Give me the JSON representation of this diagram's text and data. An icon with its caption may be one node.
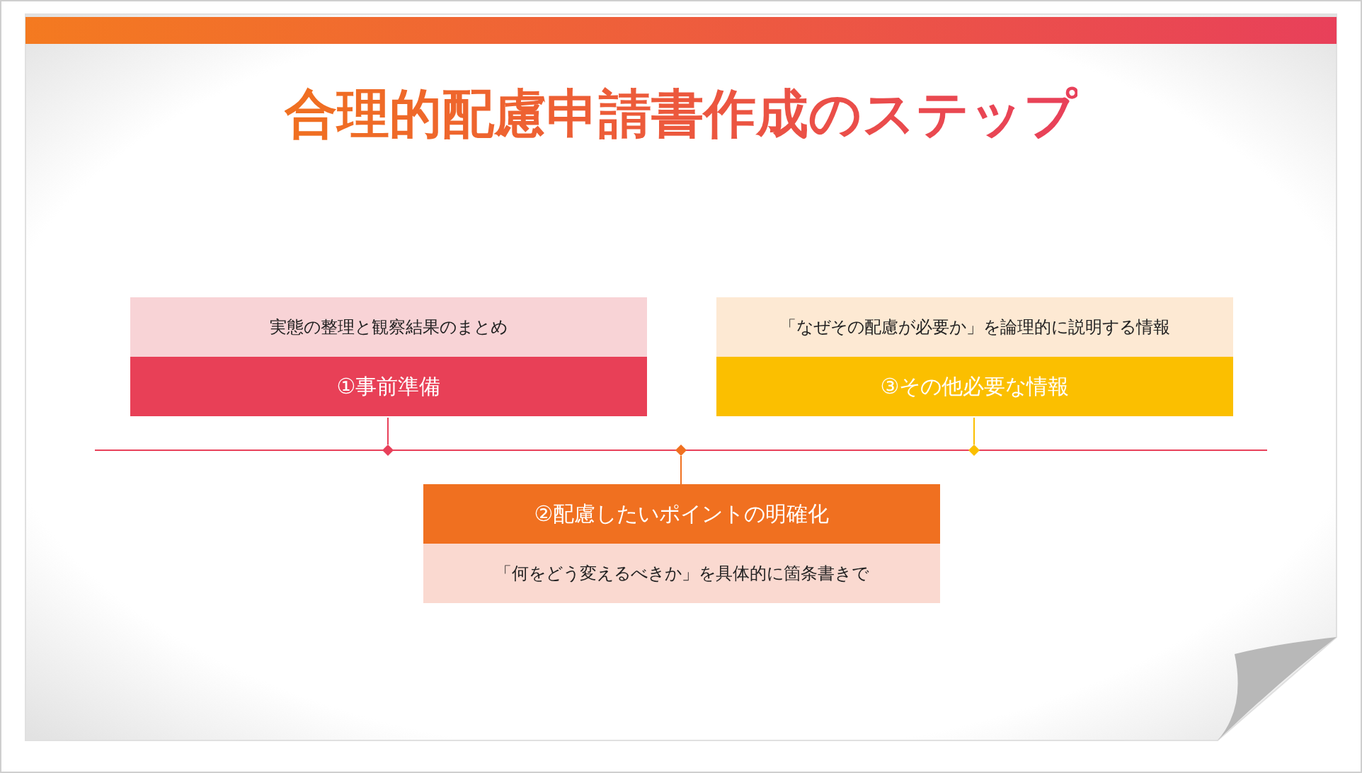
{
  "diagram": {
    "title": "合理的配慮申請書作成のステップ",
    "nodes": [
      {
        "text": [
          "実態の整理と観察結果のまとめ",
          "①事前準備"
        ]
      },
      {
        "text": [
          "②配慮したいポイントの明確化",
          "「何をどう変えるべきか」を具体的に箇条書きで"
        ]
      },
      {
        "text": [
          "「なぜその配慮が必要か」を論理的に説明する情報",
          "③その他必要な情報"
        ]
      },
      {
        "text": [],
        "shape": "diamond"
      },
      {
        "text": [],
        "shape": "diamond"
      },
      {
        "text": [],
        "shape": "diamond"
      }
    ],
    "edges": [
      {
        "from": 0,
        "to": 3,
        "arrow": "none",
        "color": "#e8405a"
      },
      {
        "from": 1,
        "to": 4,
        "arrow": "none",
        "color": "#f07020"
      },
      {
        "from": 2,
        "to": 5,
        "arrow": "none",
        "color": "#fbbf00"
      }
    ]
  }
}
